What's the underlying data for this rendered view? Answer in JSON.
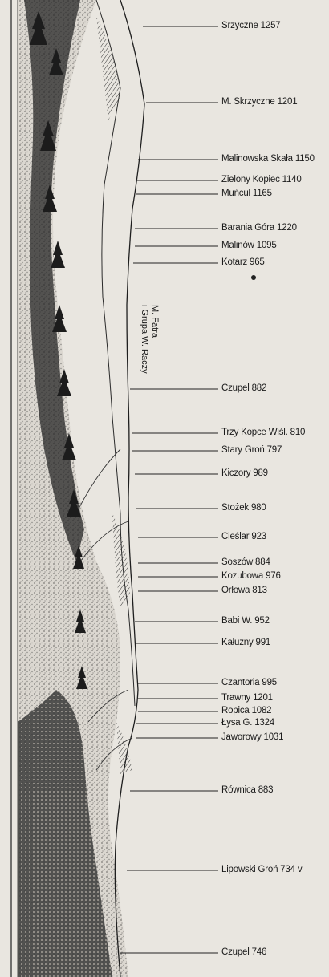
{
  "side_label": {
    "line1": "M. Fatra",
    "line2": "i Grupa W. Raczy"
  },
  "peaks": [
    {
      "text": "Srzyczne 1257"
    },
    {
      "text": "M. Skrzyczne 1201"
    },
    {
      "text": "Malinowska Skała 1150"
    },
    {
      "text": "Zielony Kopiec 1140"
    },
    {
      "text": "Muńcuł 1165"
    },
    {
      "text": "Barania Góra 1220"
    },
    {
      "text": "Malinów 1095"
    },
    {
      "text": "Kotarz 965"
    },
    {
      "text": "Czupel 882"
    },
    {
      "text": "Trzy Kopce Wiśl. 810"
    },
    {
      "text": "Stary Groń 797"
    },
    {
      "text": "Kiczory 989"
    },
    {
      "text": "Stożek 980"
    },
    {
      "text": "Cieślar 923"
    },
    {
      "text": "Soszów 884"
    },
    {
      "text": "Kozubowa 976"
    },
    {
      "text": "Orłowa 813"
    },
    {
      "text": "Babi W. 952"
    },
    {
      "text": "Kałużny 991"
    },
    {
      "text": "Czantoria 995"
    },
    {
      "text": "Trawny 1201"
    },
    {
      "text": "Ropica 1082"
    },
    {
      "text": "Łysa G. 1324"
    },
    {
      "text": "Jaworowy 1031"
    },
    {
      "text": "Równica 883"
    },
    {
      "text": "Lipowski Groń 734 v"
    },
    {
      "text": "Czupel 746"
    }
  ]
}
